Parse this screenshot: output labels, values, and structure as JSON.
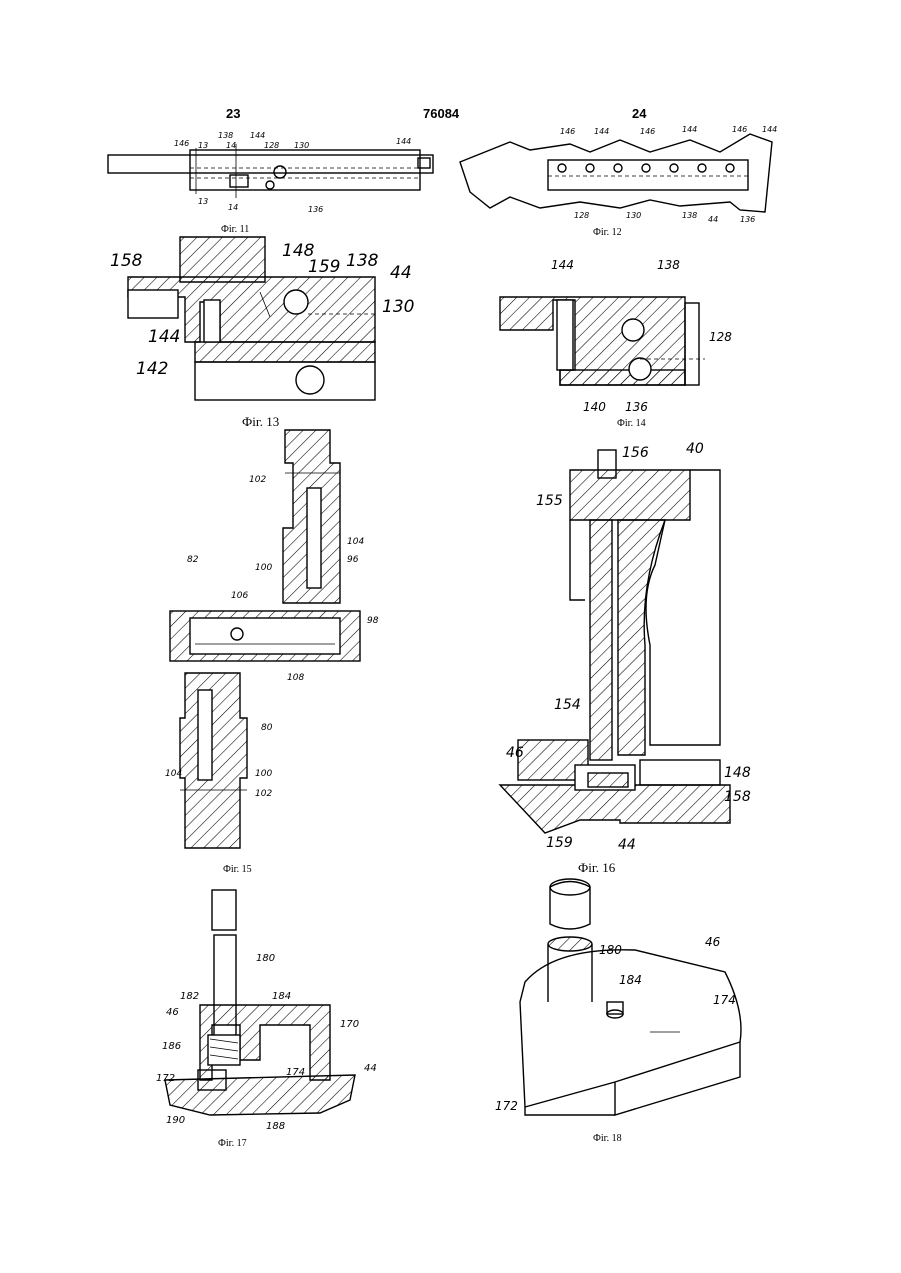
{
  "header": {
    "page_left": "23",
    "patent_number": "76084",
    "page_right": "24"
  },
  "figures": {
    "fig11": {
      "caption": "Фіг. 11",
      "labels": [
        "146",
        "13",
        "138",
        "144",
        "14",
        "128",
        "130",
        "144",
        "13",
        "14",
        "136"
      ]
    },
    "fig12": {
      "caption": "Фіг. 12",
      "labels": [
        "146",
        "144",
        "146",
        "144",
        "146",
        "144",
        "128",
        "130",
        "138",
        "44",
        "136"
      ]
    },
    "fig13": {
      "caption": "Фіг. 13",
      "labels": [
        "158",
        "148",
        "159",
        "138",
        "44",
        "130",
        "144",
        "142"
      ]
    },
    "fig14": {
      "caption": "Фіг. 14",
      "labels": [
        "144",
        "138",
        "128",
        "140",
        "136"
      ]
    },
    "fig15": {
      "caption": "Фіг. 15",
      "labels": [
        "102",
        "82",
        "100",
        "104",
        "96",
        "106",
        "98",
        "108",
        "80",
        "104",
        "100",
        "102"
      ]
    },
    "fig16": {
      "caption": "Фіг. 16",
      "labels": [
        "156",
        "40",
        "155",
        "154",
        "46",
        "148",
        "158",
        "159",
        "44"
      ]
    },
    "fig17": {
      "caption": "Фіг. 17",
      "labels": [
        "180",
        "182",
        "184",
        "46",
        "170",
        "186",
        "174",
        "172",
        "44",
        "190",
        "188"
      ]
    },
    "fig18": {
      "caption": "Фіг. 18",
      "labels": [
        "180",
        "46",
        "184",
        "174",
        "172"
      ]
    }
  }
}
